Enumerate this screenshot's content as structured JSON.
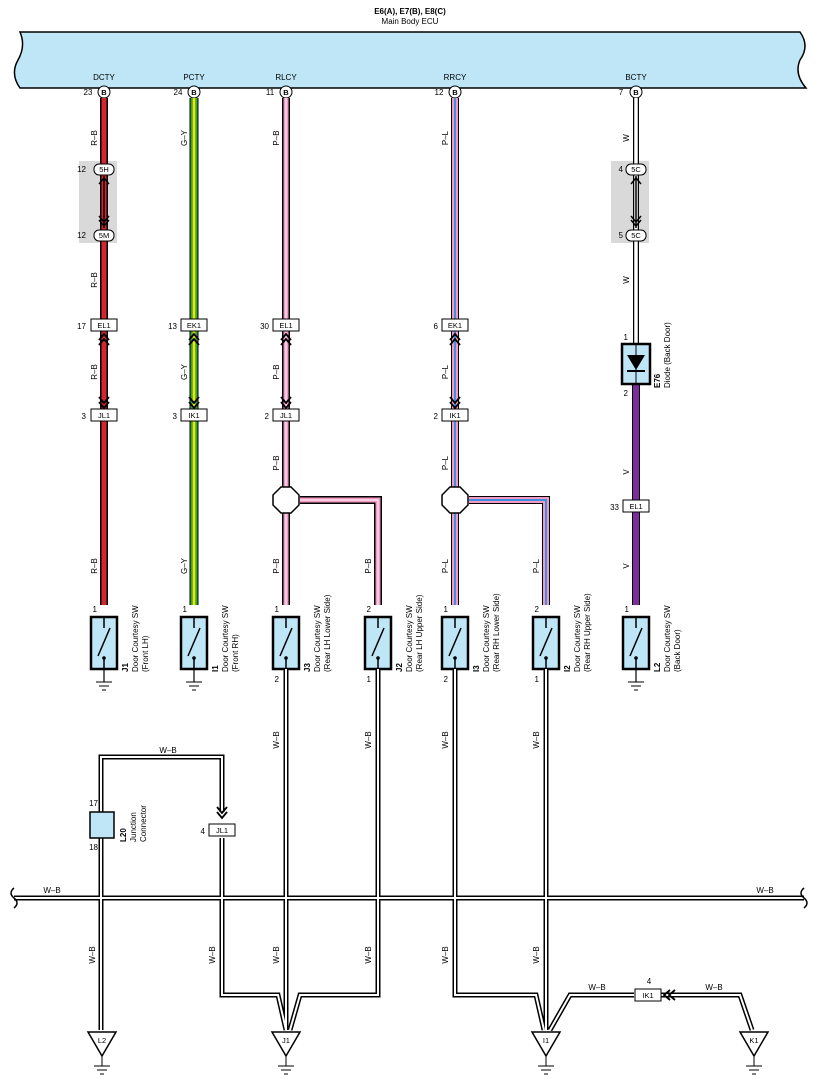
{
  "ecu": {
    "title": "E6(A), E7(B), E8(C)",
    "subtitle": "Main Body ECU"
  },
  "ecu_pins": [
    {
      "name": "DCTY",
      "pin": "23",
      "conn": "B"
    },
    {
      "name": "PCTY",
      "pin": "24",
      "conn": "B"
    },
    {
      "name": "RLCY",
      "pin": "11",
      "conn": "B"
    },
    {
      "name": "RRCY",
      "pin": "12",
      "conn": "B"
    },
    {
      "name": "BCTY",
      "pin": "7",
      "conn": "B"
    }
  ],
  "colors": {
    "ecu_fill": "#bfe6f7",
    "R-B": "#d22630",
    "G-Y_green": "#3aa335",
    "G-Y_yellow": "#f2e600",
    "P": "#f29ac3",
    "L": "#3d8fe0",
    "V": "#7b2d9c",
    "switch_fill": "#bfe6f7",
    "splice_fill": "#d9d9d9"
  },
  "wires": {
    "dcty": "R–B",
    "pcty": "G–Y",
    "rlcy": "P–B",
    "rrcy": "P–L",
    "bcty_w": "W",
    "bcty_v": "V",
    "gnd": "W–B"
  },
  "splice_left": {
    "top_pin": "12",
    "top_conn": "5H",
    "bot_pin": "12",
    "bot_conn": "5M"
  },
  "splice_right": {
    "top_pin": "4",
    "top_conn": "5C",
    "bot_pin": "5",
    "bot_conn": "5C"
  },
  "connectors": {
    "el1_a": {
      "pin": "17",
      "name": "EL1"
    },
    "ek1_a": {
      "pin": "13",
      "name": "EK1"
    },
    "el1_b": {
      "pin": "30",
      "name": "EL1"
    },
    "ek1_b": {
      "pin": "6",
      "name": "EK1"
    },
    "jl1_a": {
      "pin": "3",
      "name": "JL1"
    },
    "ik1_a": {
      "pin": "3",
      "name": "IK1"
    },
    "jl1_b": {
      "pin": "2",
      "name": "JL1"
    },
    "ik1_b": {
      "pin": "2",
      "name": "IK1"
    },
    "el1_c": {
      "pin": "33",
      "name": "EL1"
    },
    "jl1_c": {
      "pin": "4",
      "name": "JL1"
    },
    "ik1_c": {
      "pin": "4",
      "name": "IK1"
    }
  },
  "diode": {
    "pin_top": "1",
    "pin_bot": "2",
    "code": "E76",
    "name": "Diode (Back Door)"
  },
  "switches": [
    {
      "code": "J1",
      "name": "Door Courtesy SW",
      "sub": "(Front LH)",
      "pin_top": "1",
      "pin_bot": ""
    },
    {
      "code": "I1",
      "name": "Door Courtesy SW",
      "sub": "(Front RH)",
      "pin_top": "1",
      "pin_bot": ""
    },
    {
      "code": "J3",
      "name": "Door Courtesy SW",
      "sub": "(Rear LH Lower Side)",
      "pin_top": "1",
      "pin_bot": "2"
    },
    {
      "code": "J2",
      "name": "Door Courtesy SW",
      "sub": "(Rear LH Upper Side)",
      "pin_top": "2",
      "pin_bot": "1"
    },
    {
      "code": "I3",
      "name": "Door Courtesy SW",
      "sub": "(Rear RH Lower Side)",
      "pin_top": "1",
      "pin_bot": "2"
    },
    {
      "code": "I2",
      "name": "Door Courtesy SW",
      "sub": "(Rear RH Upper Side)",
      "pin_top": "2",
      "pin_bot": "1"
    },
    {
      "code": "L2",
      "name": "Door Courtesy SW",
      "sub": "(Back Door)",
      "pin_top": "1",
      "pin_bot": ""
    }
  ],
  "junction": {
    "code": "L20",
    "name": "Junction",
    "name2": "Connector",
    "pin_top": "17",
    "pin_bot": "18"
  },
  "grounds": [
    "L2",
    "J1",
    "I1",
    "K1"
  ]
}
